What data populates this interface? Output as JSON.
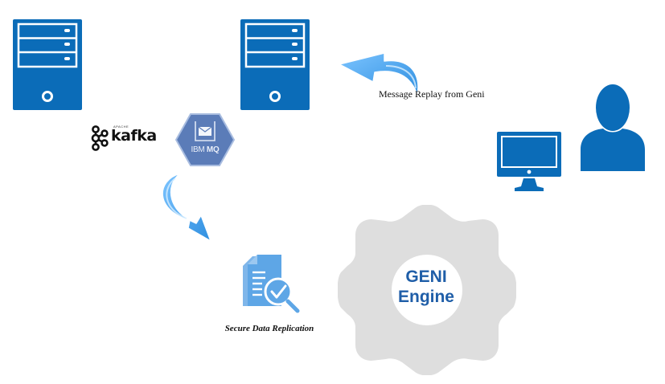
{
  "diagram": {
    "nodes": {
      "server_1": {
        "icon": "server-icon"
      },
      "server_2": {
        "icon": "server-icon"
      },
      "kafka": {
        "icon": "kafka-logo",
        "apache_label": "APACHE",
        "name": "kafka",
        "reg_mark": "®"
      },
      "ibm_mq": {
        "icon": "ibm-mq-logo",
        "label_prefix": "IBM",
        "label_suffix": "MQ"
      },
      "monitor": {
        "icon": "monitor-icon"
      },
      "user": {
        "icon": "user-icon"
      },
      "document": {
        "icon": "document-check-icon",
        "caption": "Secure Data Replication"
      },
      "engine": {
        "icon": "gear-icon",
        "line1": "GENI",
        "line2": "Engine"
      }
    },
    "arrows": {
      "replay": {
        "caption": "Message Replay from Geni",
        "direction": "toward server 2"
      },
      "replication": {
        "direction": "toward secure data replication"
      }
    },
    "colors": {
      "icon_blue": "#0b6cb8",
      "arrow_blue": "#4aa8f0",
      "doc_blue": "#5ea6e6",
      "mq_hex": "#5b7cb8",
      "gear_gray": "#dedede",
      "engine_text": "#1f5ea8"
    }
  }
}
